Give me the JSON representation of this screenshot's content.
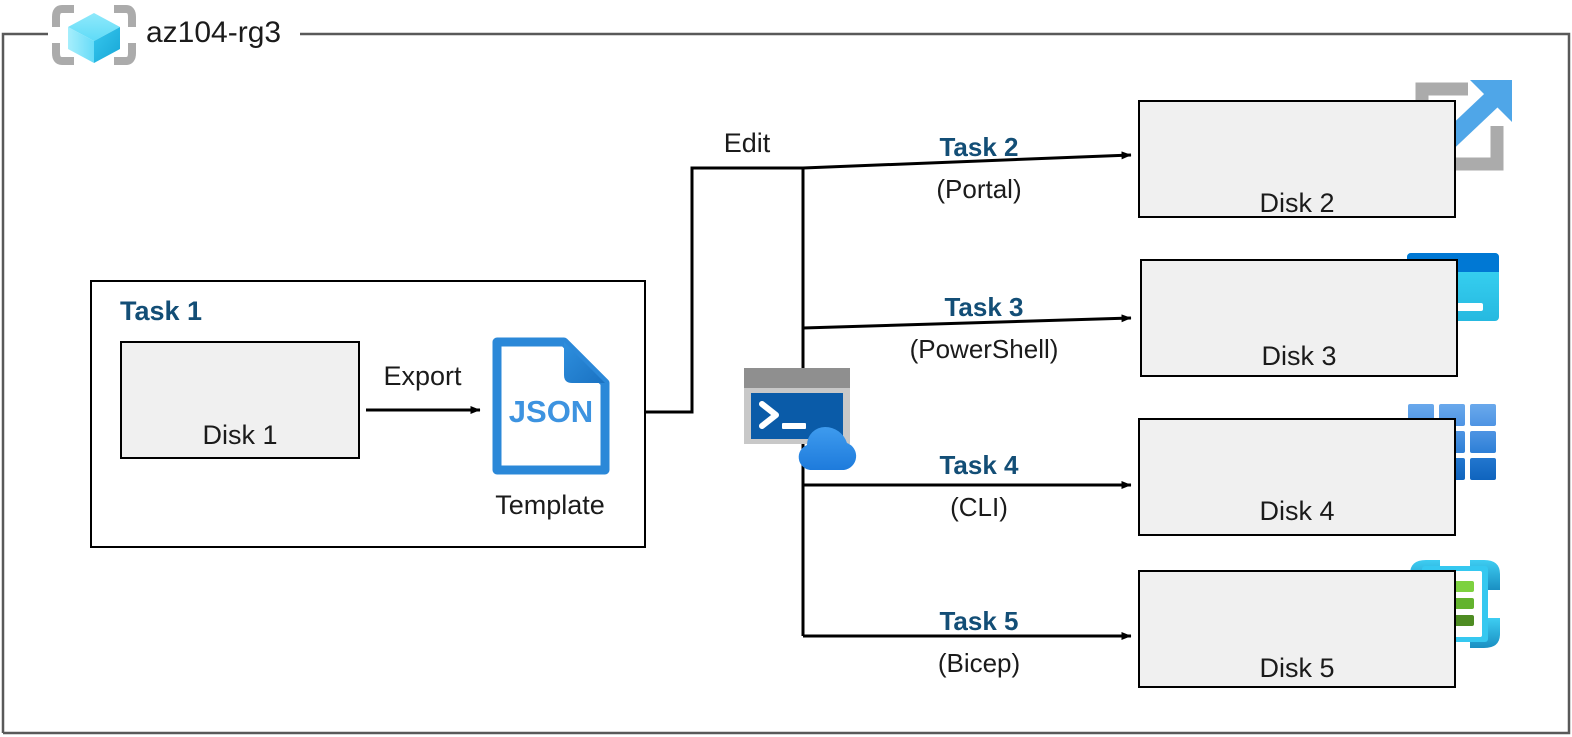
{
  "diagram": {
    "title": "az104-rg3",
    "resource_group_icon": "azure-resource-group-icon",
    "frame_border_color": "#595959",
    "accent_blue": "#134E76",
    "box_fill": "#F0F0F0",
    "box_border": "#000000"
  },
  "task1": {
    "title": "Task 1",
    "source_disk": {
      "label": "Disk 1",
      "icon": "managed-disk-icon"
    },
    "export_label": "Export",
    "template": {
      "label": "Template",
      "icon": "json-file-icon",
      "icon_text": "JSON"
    }
  },
  "edit": {
    "label": "Edit",
    "shell_icon": "cloud-shell-icon"
  },
  "branches": [
    {
      "task": "Task 2",
      "tool": "(Portal)",
      "disk_label": "Disk 2",
      "disk_icon": "managed-disk-icon",
      "tool_icon": "azure-portal-icon"
    },
    {
      "task": "Task 3",
      "tool": "(PowerShell)",
      "disk_label": "Disk 3",
      "disk_icon": "managed-disk-icon",
      "tool_icon": "powershell-icon"
    },
    {
      "task": "Task 4",
      "tool": "(CLI)",
      "disk_label": "Disk 4",
      "disk_icon": "managed-disk-icon",
      "tool_icon": "azure-cli-icon"
    },
    {
      "task": "Task 5",
      "tool": "(Bicep)",
      "disk_label": "Disk 5",
      "disk_icon": "managed-disk-icon",
      "tool_icon": "bicep-icon"
    }
  ],
  "colors": {
    "disk_blue_light": "#55A2E8",
    "disk_blue_dark": "#1E6FB8",
    "disk_green_light": "#8CC63F",
    "disk_green_dark": "#5B9B21",
    "json_blue": "#2B88D8",
    "json_blue_dark": "#1B76C8",
    "shell_gray": "#9A9A9A",
    "shell_navy": "#0A5BA8",
    "cloud_blue": "#2F8FE8",
    "portal_gray": "#B3B3B3",
    "portal_arrow": "#4FA6E8",
    "ps_cyan": "#31D2F2",
    "ps_title": "#0078D4",
    "cli_blue_top": "#5B9BE8",
    "cli_blue_bottom": "#0F6CBD",
    "bicep_cyan": "#34C6F0",
    "bicep_teal": "#1C8FC0",
    "bicep_green_1": "#7DD13F",
    "bicep_green_2": "#63B32E",
    "bicep_green_3": "#4E8C22"
  }
}
